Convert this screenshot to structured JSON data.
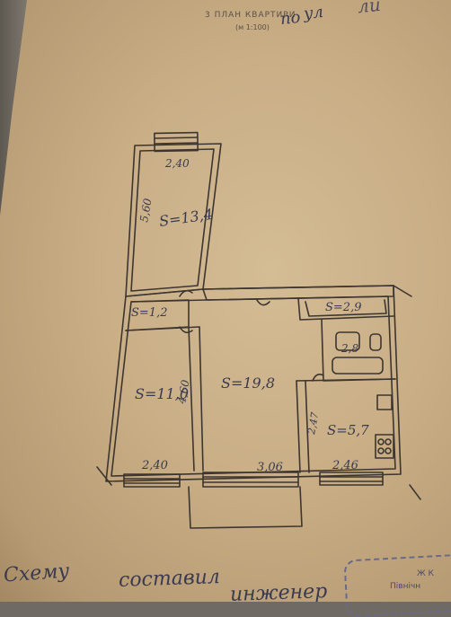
{
  "document": {
    "header_line1": "3 ПЛАН КВАРТИРИ",
    "header_line1b": "",
    "header_line2": "(м 1:100)",
    "handwritten_header_1": "по",
    "handwritten_header_2": "ул",
    "handwritten_header_3": "ли"
  },
  "rooms": {
    "room_top": {
      "area": "S=13,4",
      "height_dim": "5,60",
      "width_dim": "2,40"
    },
    "storage": {
      "area": "S=1,2"
    },
    "room_left": {
      "area": "S=11,0",
      "height_dim": "4,60",
      "width_dim": "2,40"
    },
    "living_room": {
      "area": "S=19,8",
      "width_dim": "3,06"
    },
    "toilet": {
      "area": "S=2,9"
    },
    "bathroom": {
      "area": "2,8"
    },
    "kitchen": {
      "area": "S=5,7",
      "height_dim": "2,47",
      "width_dim": "2,46"
    }
  },
  "footer": {
    "handwriting_1": "Схему",
    "handwriting_2": "составил",
    "handwriting_3": "инженер",
    "stamp_line1": "Ж К",
    "stamp_line2": "Північн"
  },
  "colors": {
    "paper": "#c9ae86",
    "ink": "#3c3530",
    "background": "#6f6a63",
    "stamp_ink": "#6a6a88"
  }
}
